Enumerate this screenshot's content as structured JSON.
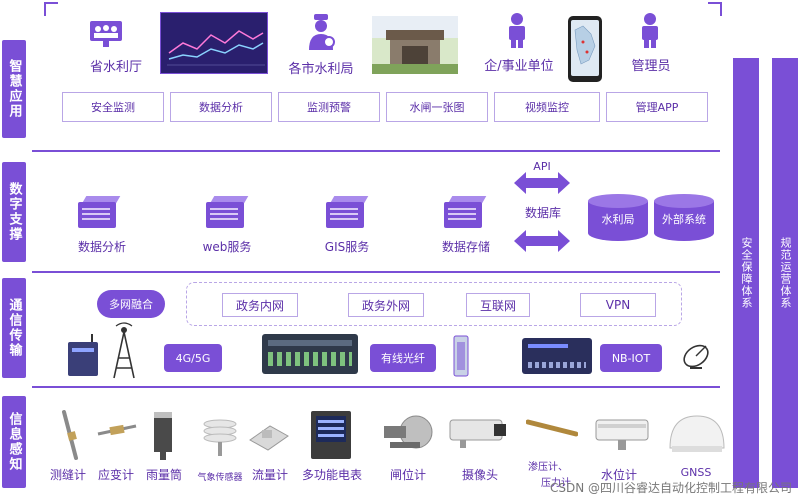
{
  "layers": {
    "smart_app": "智慧应用",
    "digital_support": "数字支撑",
    "comm_transmission": "通信传输",
    "info_sensing": "信息感知"
  },
  "right_bars": {
    "security": "安全保障体系",
    "operation": "规范运营体系"
  },
  "users": {
    "province": "省水利厅",
    "city": "各市水利局",
    "enterprise": "企/事业单位",
    "admin": "管理员"
  },
  "apps": [
    "安全监测",
    "数据分析",
    "监测预警",
    "水闸一张图",
    "视频监控",
    "管理APP"
  ],
  "support": {
    "data_analysis": "数据分析",
    "web_service": "web服务",
    "gis_service": "GIS服务",
    "data_storage": "数据存储",
    "api": "API",
    "database": "数据库",
    "db_water": "水利局",
    "db_external": "外部系统"
  },
  "network": {
    "fusion": "多网融合",
    "gov_internal": "政务内网",
    "gov_external": "政务外网",
    "internet": "互联网",
    "vpn": "VPN",
    "g45": "4G/5G",
    "fiber": "有线光纤",
    "nbiot": "NB-IOT"
  },
  "sensors": {
    "crack": "测缝计",
    "strain": "应变计",
    "rain": "雨量筒",
    "weather": "气象传感器",
    "flow": "流量计",
    "meter": "多功能电表",
    "gate": "闸位计",
    "camera": "摄像头",
    "osmometer": "渗压计、",
    "osmometer2": "压力计",
    "level": "水位计",
    "gnss": "GNSS"
  },
  "watermark": "CSDN @四川谷睿达自动化控制工程有限公司",
  "colors": {
    "accent": "#7a4fd6",
    "light": "#b9a6e6"
  }
}
